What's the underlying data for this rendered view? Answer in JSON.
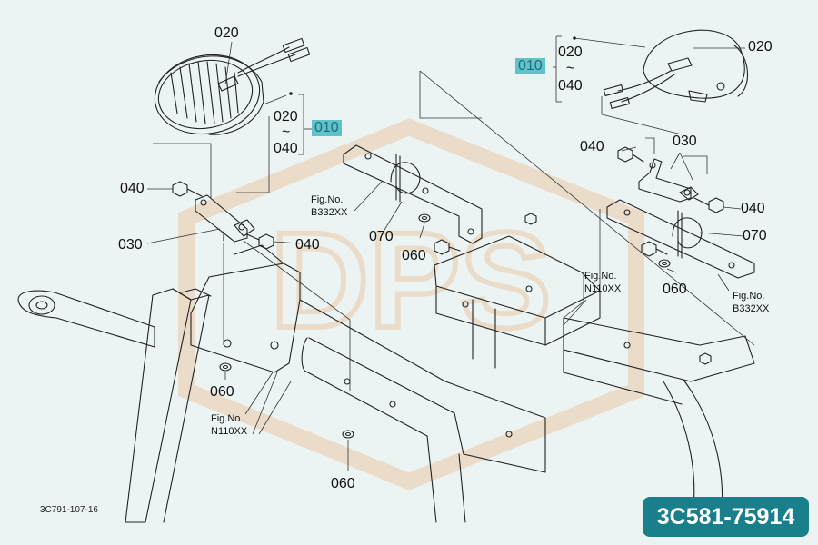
{
  "watermark": {
    "text": "DPS",
    "color": "#e9c9a6"
  },
  "left_lamp": {
    "ref_top": "020",
    "range_start": "020",
    "range_tilde": "~",
    "range_end": "040",
    "group_ref": "010"
  },
  "right_lamp": {
    "group_ref": "010",
    "range_start": "020",
    "range_tilde": "~",
    "range_end": "040",
    "ref_bulb": "020"
  },
  "left_bracket": {
    "bolt_ref": "040",
    "bracket_ref": "030",
    "nut_ref": "040",
    "washer_ref": "060"
  },
  "center": {
    "clamp_ref": "070",
    "washer_ref": "060",
    "fig_label": "Fig.No.",
    "fig_code": "B332XX"
  },
  "right_bracket": {
    "bolt_ref": "040",
    "bracket_ref": "030",
    "nut_ref": "040",
    "clamp_ref": "070",
    "washer_ref": "060",
    "fig_label": "Fig.No.",
    "fig_code": "B332XX"
  },
  "frame": {
    "fig_right_label": "Fig.No.",
    "fig_right_code": "N110XX",
    "fig_left_label": "Fig.No.",
    "fig_left_code": "N110XX",
    "washer_ref_left": "060",
    "washer_ref_center": "060"
  },
  "footer": {
    "drawing_number": "3C791-107-16",
    "part_number": "3C581-75914"
  },
  "colors": {
    "background": "#ecf4f3",
    "highlight": "#5fc3c9",
    "highlight_text": "#1b6f7a",
    "badge": "#197f8a",
    "line": "#222222"
  }
}
